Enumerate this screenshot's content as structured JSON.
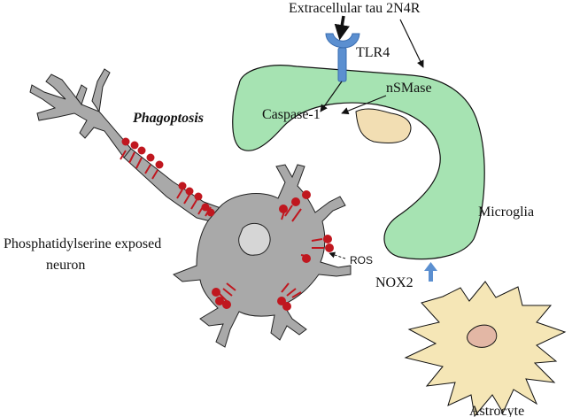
{
  "labels": {
    "ligand": "Extracellular tau 2N4R",
    "receptor": "TLR4",
    "enzyme": "nSMase",
    "caspase": "Caspase-1",
    "process": "Phagoptosis",
    "microglia": "Microglia",
    "neuron_line1": "Phosphatidylserine exposed",
    "neuron_line2": "neuron",
    "ros": "ROS",
    "nox": "NOX2",
    "astrocyte": "Astrocyte"
  },
  "colors": {
    "microglia_fill": "#a6e3b2",
    "microglia_nucleus": "#f2deb3",
    "neuron_fill": "#a9a9a9",
    "neuron_nucleus": "#d6d6d6",
    "astrocyte_fill": "#f5e6b6",
    "astrocyte_nucleus": "#e3b7a5",
    "receptor_blue": "#5b8fd0",
    "ps_red": "#c0171f"
  }
}
